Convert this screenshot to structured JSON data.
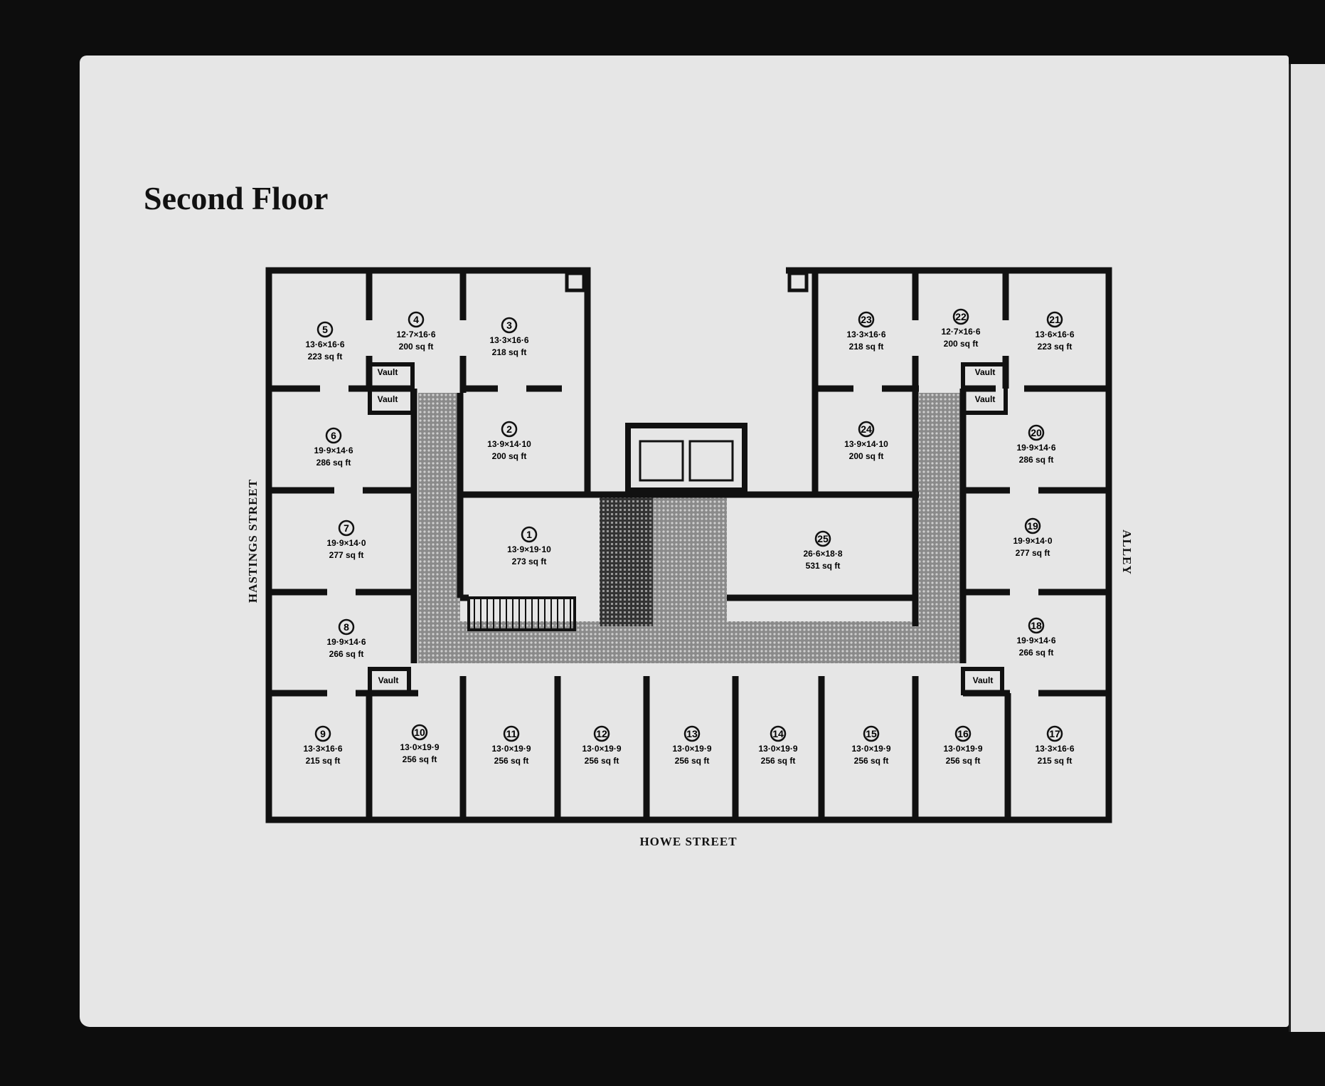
{
  "title": "Second Floor",
  "streets": {
    "left": "HASTINGS STREET",
    "right": "ALLEY",
    "bottom": "HOWE STREET"
  },
  "vault_label": "Vault",
  "rooms": [
    {
      "no": "1",
      "dims": "13·9×19·10",
      "area": "273 sq ft"
    },
    {
      "no": "2",
      "dims": "13·9×14·10",
      "area": "200 sq ft"
    },
    {
      "no": "3",
      "dims": "13·3×16·6",
      "area": "218 sq ft"
    },
    {
      "no": "4",
      "dims": "12·7×16·6",
      "area": "200 sq ft"
    },
    {
      "no": "5",
      "dims": "13·6×16·6",
      "area": "223 sq ft"
    },
    {
      "no": "6",
      "dims": "19·9×14·6",
      "area": "286 sq ft"
    },
    {
      "no": "7",
      "dims": "19·9×14·0",
      "area": "277 sq ft"
    },
    {
      "no": "8",
      "dims": "19·9×14·6",
      "area": "266 sq ft"
    },
    {
      "no": "9",
      "dims": "13·3×16·6",
      "area": "215 sq ft"
    },
    {
      "no": "10",
      "dims": "13·0×19·9",
      "area": "256 sq ft"
    },
    {
      "no": "11",
      "dims": "13·0×19·9",
      "area": "256 sq ft"
    },
    {
      "no": "12",
      "dims": "13·0×19·9",
      "area": "256 sq ft"
    },
    {
      "no": "13",
      "dims": "13·0×19·9",
      "area": "256 sq ft"
    },
    {
      "no": "14",
      "dims": "13·0×19·9",
      "area": "256 sq ft"
    },
    {
      "no": "15",
      "dims": "13·0×19·9",
      "area": "256 sq ft"
    },
    {
      "no": "16",
      "dims": "13·0×19·9",
      "area": "256 sq ft"
    },
    {
      "no": "17",
      "dims": "13·3×16·6",
      "area": "215 sq ft"
    },
    {
      "no": "18",
      "dims": "19·9×14·6",
      "area": "266 sq ft"
    },
    {
      "no": "19",
      "dims": "19·9×14·0",
      "area": "277 sq ft"
    },
    {
      "no": "20",
      "dims": "19·9×14·6",
      "area": "286 sq ft"
    },
    {
      "no": "21",
      "dims": "13·6×16·6",
      "area": "223 sq ft"
    },
    {
      "no": "22",
      "dims": "12·7×16·6",
      "area": "200 sq ft"
    },
    {
      "no": "23",
      "dims": "13·3×16·6",
      "area": "218 sq ft"
    },
    {
      "no": "24",
      "dims": "13·9×14·10",
      "area": "200 sq ft"
    },
    {
      "no": "25",
      "dims": "26·6×18·8",
      "area": "531 sq ft"
    }
  ]
}
